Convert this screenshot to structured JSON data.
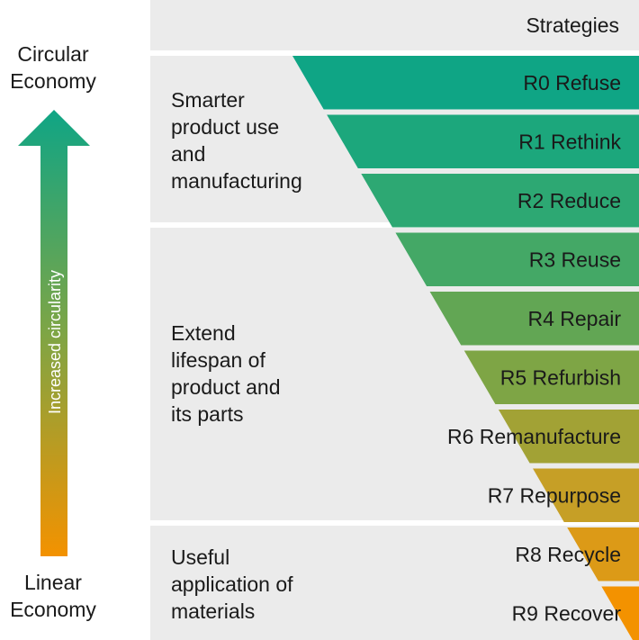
{
  "axis": {
    "top_label_line1": "Circular",
    "top_label_line2": "Economy",
    "bottom_label_line1": "Linear",
    "bottom_label_line2": "Economy",
    "arrow_label": "Increased circularity",
    "arrow_color_top": "#0fa585",
    "arrow_color_bottom": "#f39200"
  },
  "header": {
    "title": "Strategies"
  },
  "groups": [
    {
      "lines": [
        "Smarter",
        "product use",
        "and",
        "manufacturing"
      ]
    },
    {
      "lines": [
        "Extend",
        "lifespan of",
        "product and",
        "its parts"
      ]
    },
    {
      "lines": [
        "Useful",
        "application of",
        "materials"
      ]
    }
  ],
  "strategies": [
    {
      "label": "R0 Refuse",
      "color": "#0fa585"
    },
    {
      "label": "R1 Rethink",
      "color": "#1ca77c"
    },
    {
      "label": "R2 Reduce",
      "color": "#2da873"
    },
    {
      "label": "R3 Reuse",
      "color": "#44a866"
    },
    {
      "label": "R4 Repair",
      "color": "#62a654"
    },
    {
      "label": "R5 Refurbish",
      "color": "#7ea545"
    },
    {
      "label": "R6 Remanufacture",
      "color": "#a2a235"
    },
    {
      "label": "R7 Repurpose",
      "color": "#c69f26"
    },
    {
      "label": "R8 Recycle",
      "color": "#dc9a17"
    },
    {
      "label": "R9 Recover",
      "color": "#f39200"
    }
  ]
}
